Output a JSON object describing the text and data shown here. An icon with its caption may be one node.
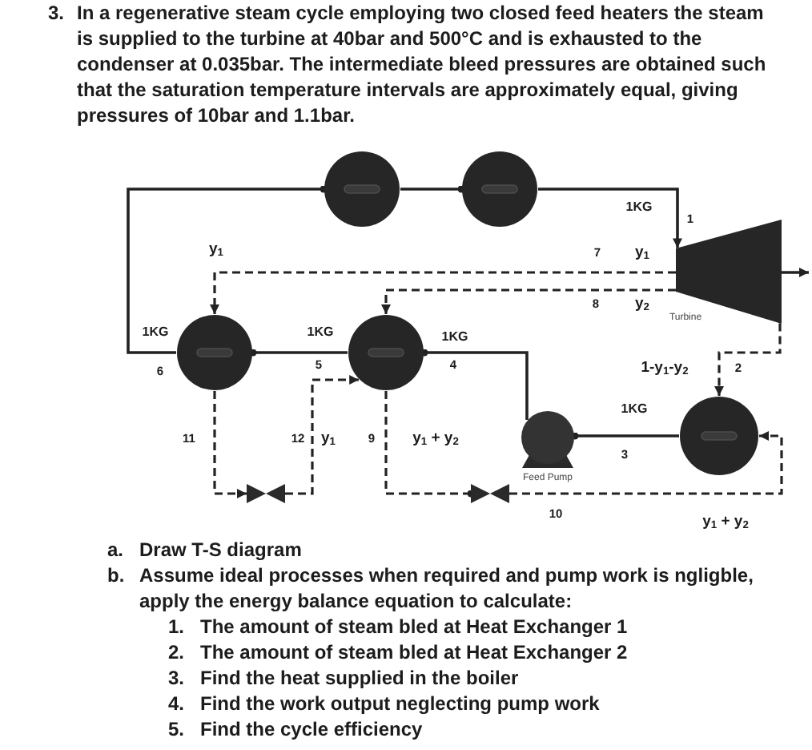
{
  "diagram": {
    "nodes": [
      {
        "text": [],
        "shape": "circle"
      },
      {
        "text": [],
        "shape": "circle"
      },
      {
        "text": [],
        "shape": "trapezoid",
        "beside": [
          "Turbine"
        ]
      },
      {
        "text": [],
        "shape": "circle"
      },
      {
        "text": [],
        "shape": "circle"
      },
      {
        "text": [],
        "shape": "pump",
        "beside": [
          "Feed Pump"
        ]
      },
      {
        "text": [],
        "shape": "circle"
      },
      {
        "text": [],
        "shape": "valve"
      },
      {
        "text": [],
        "shape": "valve"
      }
    ],
    "edges": [
      {
        "from": 3,
        "to": 0,
        "arrow": "other"
      },
      {
        "from": 0,
        "to": 1,
        "arrow": "other"
      },
      {
        "from": 1,
        "to": 2,
        "arrow": "to"
      },
      {
        "from": 2,
        "to": null,
        "arrow": "to"
      },
      {
        "from": 2,
        "to": 3,
        "arrow": "to",
        "style": "dashed"
      },
      {
        "from": 2,
        "to": 4,
        "arrow": "to",
        "style": "dashed"
      },
      {
        "from": 2,
        "to": 6,
        "arrow": "to",
        "style": "dashed"
      },
      {
        "from": 6,
        "to": 5,
        "arrow": "other"
      },
      {
        "from": 5,
        "to": 4,
        "arrow": "other"
      },
      {
        "from": 4,
        "to": 3,
        "arrow": "other"
      },
      {
        "from": 3,
        "to": 7,
        "arrow": "to",
        "style": "dashed"
      },
      {
        "from": 7,
        "to": 4,
        "arrow": "to",
        "style": "dashed"
      },
      {
        "from": 4,
        "to": 8,
        "arrow": "other",
        "style": "dashed"
      },
      {
        "from": 8,
        "to": 6,
        "arrow": "to",
        "style": "dashed"
      }
    ],
    "labels": [
      "3.",
      "In a regenerative steam cycle employing two closed feed heaters the steam is supplied to the turbine at 40bar and 500°C and is exhausted to the condenser at 0.035bar. The intermediate bleed pressures are obtained such that the saturation temperature intervals are approximately equal, giving pressures of 10bar and 1.1bar.",
      "1KG",
      "1",
      "y$_{1}$",
      "7",
      "y$_{1}$",
      "8",
      "y$_{2}$",
      "1KG",
      "1KG",
      "1KG",
      "6",
      "5",
      "4",
      "1-y$_{1}$-y$_{2}$",
      "2",
      "1KG",
      "11",
      "12",
      "y$_{1}$",
      "9",
      "y$_{1}$ + y$_{2}$",
      "3",
      "10",
      "y$_{1}$ + y$_{2}$",
      "a.",
      "Draw T-S diagram",
      "b.",
      "Assume ideal processes when required and pump work is ngligble, apply the energy balance equation to calculate:",
      "1.",
      "The amount of steam bled at Heat Exchanger 1",
      "2.",
      "The amount of steam bled at Heat Exchanger 2",
      "3.",
      "Find the heat supplied in the boiler",
      "4.",
      "Find the work output neglecting pump work",
      "5.",
      "Find the cycle efficiency"
    ]
  }
}
